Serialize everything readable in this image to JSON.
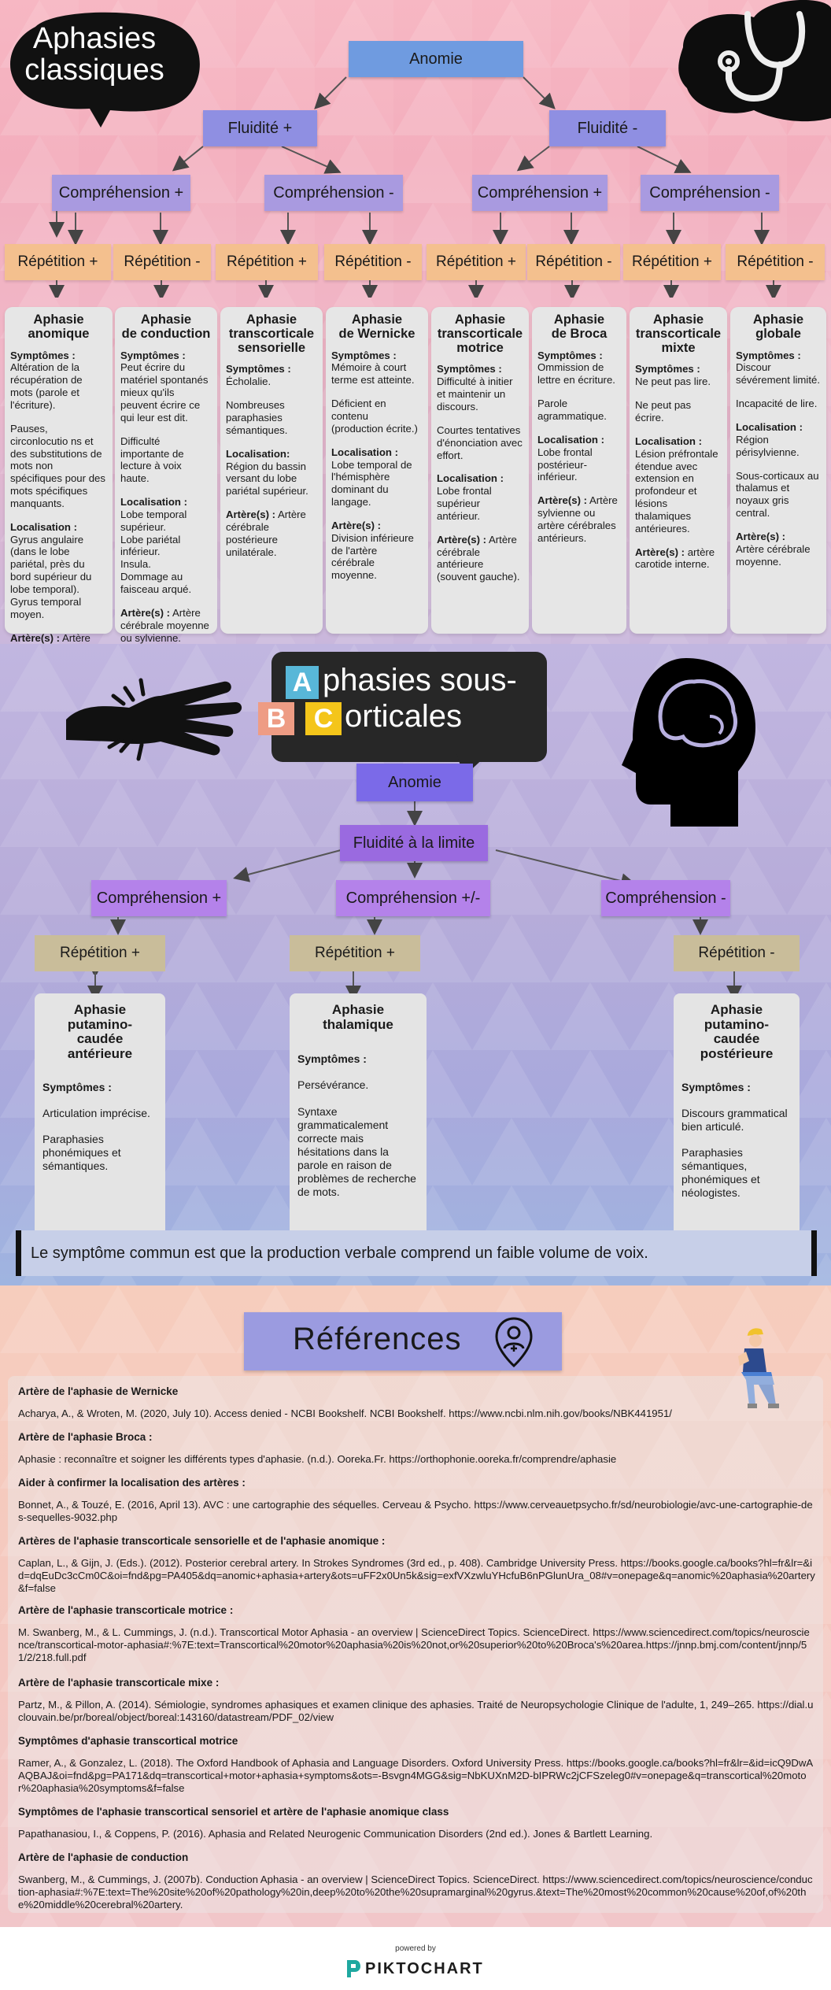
{
  "section1": {
    "title_line1": "Aphasies",
    "title_line2": "classiques",
    "anomie": "Anomie",
    "fluidite_plus": "Fluidité +",
    "fluidite_moins": "Fluidité -",
    "comprehension": [
      "Compréhension +",
      "Compréhension -",
      "Compréhension +",
      "Compréhension -"
    ],
    "repetition": [
      "Répétition +",
      "Répétition -",
      "Répétition +",
      "Répétition -",
      "Répétition +",
      "Répétition -",
      "Répétition +",
      "Répétition -"
    ],
    "cards": [
      {
        "title": "Aphasie\nanomique",
        "p1_label": "Symptômes :",
        "p1": "\nAltération de la récupération de mots (parole et l'écriture).",
        "p2": "Pauses, circonlocutio ns et des substitutions  de mots non spécifiques pour des mots spécifiques manquants.",
        "p3_label": "Localisation :",
        "p3": "\nGyrus angulaire (dans le lobe pariétal, près du bord supérieur du lobe temporal).\nGyrus temporal moyen.",
        "p4_label": "Artère(s) :",
        "p4": " Artère cérébrale postérieure (de l'hémisphère gauche)"
      },
      {
        "title": "Aphasie\nde conduction",
        "p1_label": "Symptômes :",
        "p1": "\nPeut écrire du matériel spontanés mieux qu'ils peuvent écrire ce qui leur est dit.",
        "p2": "Difficulté importante de lecture à voix haute.",
        "p3_label": "Localisation :",
        "p3": " Lobe temporal supérieur.\nLobe pariétal inférieur.\nInsula.\nDommage au faisceau arqué.",
        "p4_label": "Artère(s) :",
        "p4": " Artère cérébrale moyenne ou sylvienne."
      },
      {
        "title": "Aphasie\ntranscorticale\nsensorielle",
        "p1_label": "Symptômes :",
        "p1": "\nÉcholalie.",
        "p2": "Nombreuses paraphasies sémantiques.",
        "p3_label": "Localisation:",
        "p3": "\nRégion du bassin versant du lobe pariétal supérieur.",
        "p4_label": "Artère(s) :",
        "p4": " Artère cérébrale postérieure unilatérale."
      },
      {
        "title": "Aphasie\nde Wernicke",
        "p1_label": "Symptômes :",
        "p1": "\nMémoire à court terme est atteinte.",
        "p2": "Déficient en contenu (production écrite.)",
        "p3_label": "Localisation :",
        "p3": "\nLobe temporal de l'hémisphère dominant du langage.",
        "p4_label": "Artère(s) :",
        "p4": "\nDivision inférieure de l'artère cérébrale moyenne."
      },
      {
        "title": "Aphasie\ntranscorticale\nmotrice",
        "p1_label": "Symptômes :",
        "p1": "\nDifficulté à initier et maintenir un discours.",
        "p2": "Courtes tentatives d'énonciation avec effort.",
        "p3_label": "Localisation :",
        "p3": " Lobe frontal supérieur antérieur.",
        "p4_label": "Artère(s) :",
        "p4": " Artère cérébrale antérieure (souvent gauche)."
      },
      {
        "title": "Aphasie\nde Broca",
        "p1_label": "Symptômes :",
        "p1": "\nOmmission de lettre en écriture.",
        "p2": "Parole agrammatique.",
        "p3_label": "Localisation :",
        "p3": "\nLobe frontal postérieur-inférieur.",
        "p4_label": "Artère(s) :",
        "p4": " Artère sylvienne ou artère cérébrales antérieurs."
      },
      {
        "title": "Aphasie\ntranscorticale\nmixte",
        "p1_label": "Symptômes :",
        "p1": "\nNe peut pas lire.",
        "p2": "Ne peut pas écrire.",
        "p3_label": "Localisation :",
        "p3": "\nLésion préfrontale étendue avec extension en profondeur et lésions thalamiques antérieures.",
        "p4_label": "Artère(s) :",
        "p4": " artère carotide interne."
      },
      {
        "title": "Aphasie\nglobale",
        "p1_label": "Symptômes :",
        "p1": "\nDiscour sévérement limité.",
        "p2": "Incapacité de lire.",
        "p3_label": "Localisation :",
        "p3": "\nRégion périsylvienne.",
        "p3b": "Sous-corticaux au thalamus et noyaux gris central.",
        "p4_label": "Artère(s) :",
        "p4": "\nArtère cérébrale moyenne."
      }
    ]
  },
  "section2": {
    "title_letters": [
      "A",
      "B",
      "C"
    ],
    "title_line1": "phasies sous-",
    "title_line2": "orticales",
    "anomie": "Anomie",
    "fluidite": "Fluidité à la limite",
    "comprehension": [
      "Compréhension +",
      "Compréhension +/-",
      "Compréhension -"
    ],
    "repetition": [
      "Répétition +",
      "Répétition +",
      "Répétition -"
    ],
    "cards": [
      {
        "title": "Aphasie\nputamino-\ncaudée\nantérieure",
        "p1_label": "Symptômes :",
        "p2": "Articulation imprécise.",
        "p3": "Paraphasies phonémiques et sémantiques."
      },
      {
        "title": "Aphasie\nthalamique",
        "p1_label": "Symptômes :",
        "p2": "Persévérance.",
        "p3": "Syntaxe grammaticalement correcte mais hésitations dans la parole en raison de problèmes de recherche de mots."
      },
      {
        "title": "Aphasie\nputamino-\ncaudée\npostérieure",
        "p1_label": "Symptômes :",
        "p2": "Discours grammatical bien articulé.",
        "p3": "Paraphasies sémantiques, phonémiques et néologistes."
      }
    ],
    "banner": "Le symptôme commun est que la production verbale comprend un faible volume de voix."
  },
  "references": {
    "title": "Références",
    "items": [
      {
        "heading": "Artère de l'aphasie de Wernicke",
        "text": "Acharya, A., & Wroten, M. (2020, July 10). Access denied - NCBI Bookshelf. NCBI Bookshelf. https://www.ncbi.nlm.nih.gov/books/NBK441951/"
      },
      {
        "heading": "Artère de l'aphasie Broca :",
        "text": "Aphasie : reconnaître et soigner les différents types d'aphasie. (n.d.). Ooreka.Fr. https://orthophonie.ooreka.fr/comprendre/aphasie"
      },
      {
        "heading": "Aider à confirmer la localisation des artères :",
        "text": "Bonnet, A., & Touzé, E. (2016, April 13). AVC : une cartographie des séquelles. Cerveau & Psycho. https://www.cerveauetpsycho.fr/sd/neurobiologie/avc-une-cartographie-des-sequelles-9032.php"
      },
      {
        "heading": "Artères de l'aphasie transcorticale sensorielle et de l'aphasie anomique :",
        "text": "Caplan, L., & Gijn, J. (Eds.). (2012). Posterior cerebral artery. In Strokes Syndromes (3rd ed., p. 408). Cambridge University Press. https://books.google.ca/books?hl=fr&lr=&id=dqEuDc3cCm0C&oi=fnd&pg=PA405&dq=anomic+aphasia+artery&ots=uFF2x0Un5k&sig=exfVXzwluYHcfuB6nPGlunUra_08#v=onepage&q=anomic%20aphasia%20artery&f=false"
      },
      {
        "heading": "Artère de l'aphasie transcorticale motrice :",
        "text": "M. Swanberg, M., & L. Cummings, J. (n.d.). Transcortical Motor Aphasia - an overview | ScienceDirect Topics. ScienceDirect. https://www.sciencedirect.com/topics/neuroscience/transcortical-motor-aphasia#:%7E:text=Transcortical%20motor%20aphasia%20is%20not,or%20superior%20to%20Broca's%20area.https://jnnp.bmj.com/content/jnnp/51/2/218.full.pdf"
      },
      {
        "heading": "Artère de l'aphasie transcorticale mixe :",
        "text": "Partz, M., & Pillon, A. (2014). Sémiologie, syndromes aphasiques et examen clinique des aphasies. Traité de Neuropsychologie Clinique de l'adulte, 1, 249–265. https://dial.uclouvain.be/pr/boreal/object/boreal:143160/datastream/PDF_02/view"
      },
      {
        "heading": "Symptômes d'aphasie transcortical motrice",
        "text": "Ramer, A., & Gonzalez, L. (2018). The Oxford Handbook of Aphasia and Language Disorders. Oxford University Press. https://books.google.ca/books?hl=fr&lr=&id=icQ9DwAAQBAJ&oi=fnd&pg=PA171&dq=transcortical+motor+aphasia+symptoms&ots=-Bsvgn4MGG&sig=NbKUXnM2D-bIPRWc2jCFSzeleg0#v=onepage&q=transcortical%20motor%20aphasia%20symptoms&f=false"
      },
      {
        "heading": "Symptômes de l'aphasie transcortical sensoriel et artère de l'aphasie anomique class",
        "text": "Papathanasiou, I., & Coppens, P. (2016). Aphasia and Related Neurogenic Communication Disorders (2nd ed.). Jones & Bartlett Learning."
      },
      {
        "heading": "Artère de l'aphasie de conduction",
        "text": "Swanberg, M., & Cummings, J. (2007b). Conduction Aphasia - an overview | ScienceDirect Topics. ScienceDirect. https://www.sciencedirect.com/topics/neuroscience/conduction-aphasia#:%7E:text=The%20site%20of%20pathology%20in,deep%20to%20the%20supramarginal%20gyrus.&text=The%20most%20common%20cause%20of,of%20the%20middle%20cerebral%20artery."
      }
    ]
  },
  "footer": {
    "powered_by": "powered by",
    "brand": "PIKTOCHART"
  }
}
